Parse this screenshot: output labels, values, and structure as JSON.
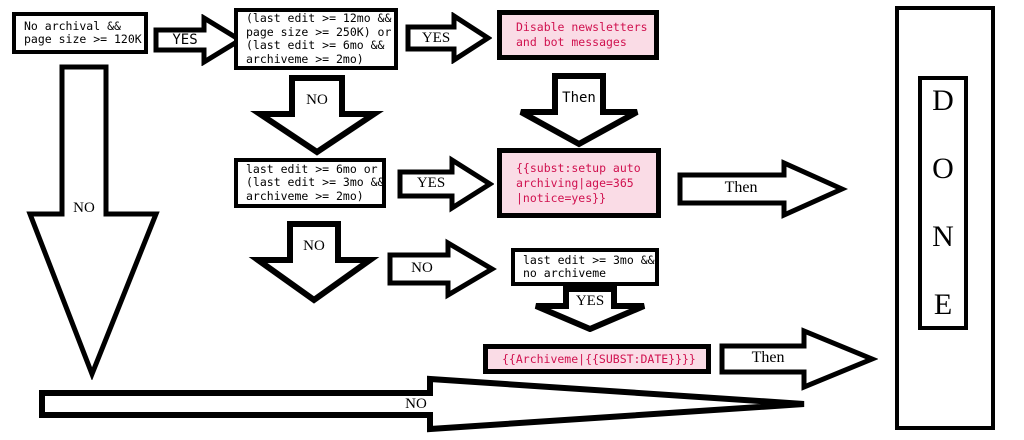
{
  "diagram": {
    "title": "Archival decision flowchart",
    "colors": {
      "stroke": "#000000",
      "background": "#ffffff",
      "pink_fill": "#fadce6",
      "pink_text": "#d0114f",
      "pink_border": "#000000"
    },
    "conditions": [
      {
        "id": "c1",
        "text": "No archival &&\npage size >= 120K"
      },
      {
        "id": "c2",
        "text": "(last edit >= 12mo &&\npage size >= 250K) or\n(last edit >= 6mo &&\narchiveme >= 2mo)"
      },
      {
        "id": "c3",
        "text": "last edit >= 6mo or\n(last edit >= 3mo &&\narchiveme >= 2mo)"
      },
      {
        "id": "c4",
        "text": "last edit >= 3mo &&\nno archiveme"
      }
    ],
    "actions": [
      {
        "id": "a1",
        "text": "Disable newsletters\nand bot messages"
      },
      {
        "id": "a2",
        "text": "{{subst:setup auto\narchiving|age=365\n|notice=yes}}"
      },
      {
        "id": "a3",
        "text": "{{Archiveme|{{SUBST:DATE}}}}"
      }
    ],
    "arrow_labels": {
      "yes1": "YES",
      "yes2": "YES",
      "yes3": "YES",
      "yes4": "YES",
      "no_big_left": "NO",
      "no_under_c2": "NO",
      "no_under_c3": "NO",
      "no_right_of_c3": "NO",
      "no_bottom": "NO",
      "then1": "Then",
      "then2": "Then",
      "then3": "Then"
    },
    "terminal": {
      "label": "DONE",
      "letters": [
        "D",
        "O",
        "N",
        "E"
      ]
    }
  }
}
